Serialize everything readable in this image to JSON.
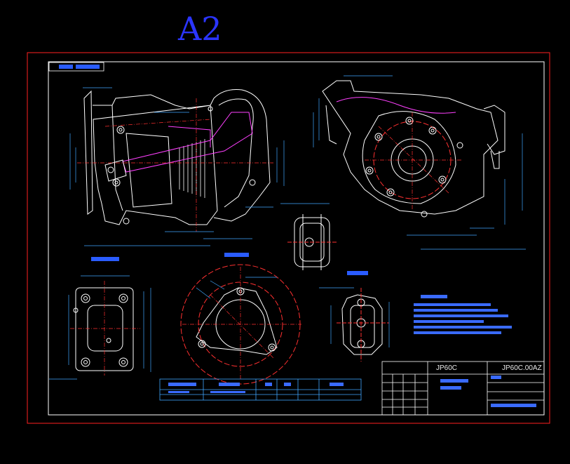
{
  "sheet": {
    "size_label": "A2",
    "model_code": "JP60C",
    "drawing_number": "JP60C.00AZ"
  },
  "colors": {
    "background": "#000000",
    "frame": "#ff2020",
    "border": "#ffffff",
    "outline": "#ffffff",
    "dimension": "#3fa7ff",
    "centerline": "#ff3030",
    "highlight": "#ff40ff",
    "note_text": "#3a6bff",
    "size_label": "#2b35ff"
  }
}
